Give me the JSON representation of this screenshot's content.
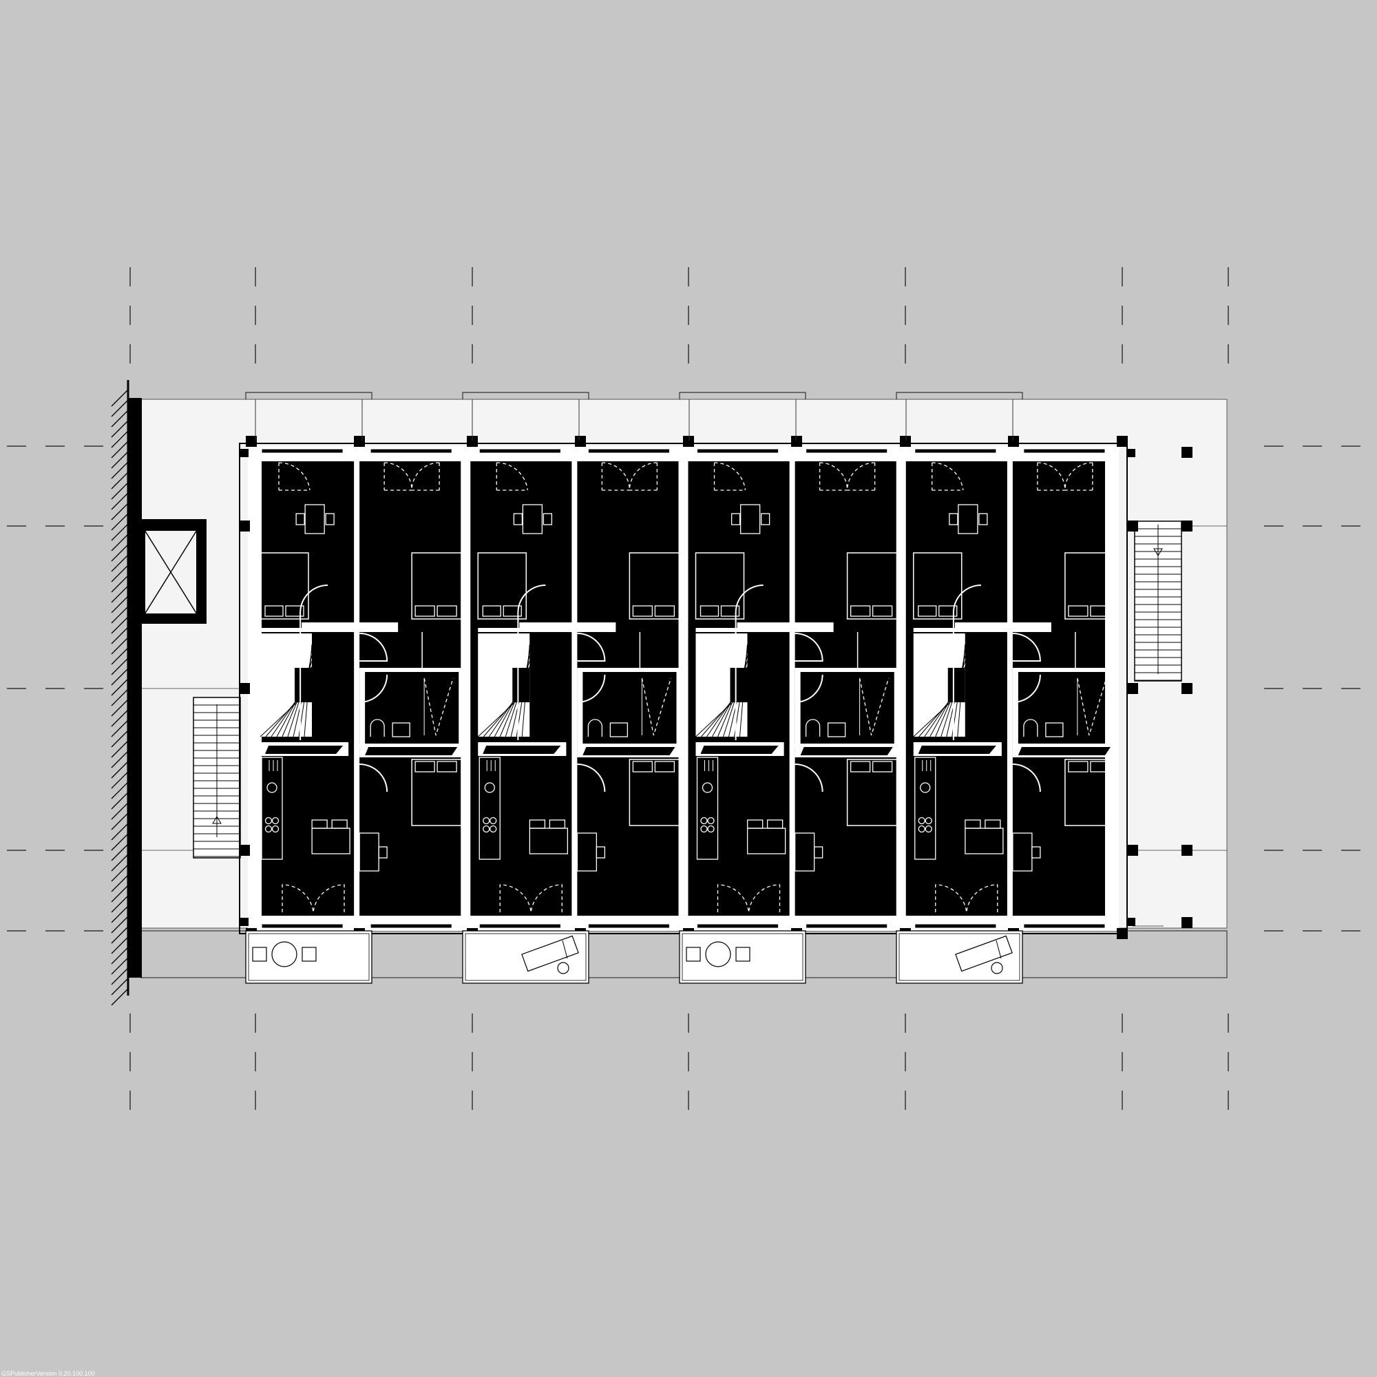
{
  "drawing": {
    "kind": "floor plan",
    "unit_count": 8,
    "stair_count": 2,
    "elevator_count": 1,
    "balcony_count": 4,
    "colors": {
      "background": "#c6c6c6",
      "terrace": "#f4f4f4",
      "floor_fill": "#000000",
      "walls": "#ffffff",
      "lines": "#000000",
      "furniture_lines": "#ffffff"
    }
  },
  "watermark": {
    "text": "GSPublisherVersion 0.20.100.100"
  }
}
